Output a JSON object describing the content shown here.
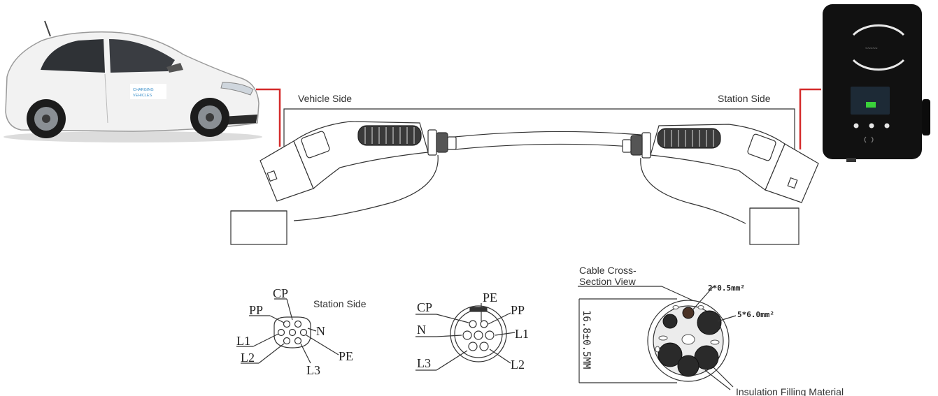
{
  "labels": {
    "vehicle_side": "Vehicle Side",
    "station_side_top": "Station Side",
    "station_side_bottom": "Station Side",
    "cross_section_line1": "Cable Cross-",
    "cross_section_line2": "Section View",
    "insulation": "Insulation Filling Material",
    "diameter": "16.8±0.5MM",
    "signal_wires": "2*0.5mm²",
    "power_wires": "5*6.0mm²"
  },
  "station_pins": {
    "cp": "CP",
    "pp": "PP",
    "n": "N",
    "l1": "L1",
    "l2": "L2",
    "l3": "L3",
    "pe": "PE"
  },
  "vehicle_pins": {
    "cp": "CP",
    "pe": "PE",
    "pp": "PP",
    "n": "N",
    "l1": "L1",
    "l3": "L3",
    "l2": "L2"
  },
  "colors": {
    "accent_red": "#d42a2a",
    "line": "#333333",
    "car_body": "#f2f2f2",
    "station_body": "#111111"
  }
}
